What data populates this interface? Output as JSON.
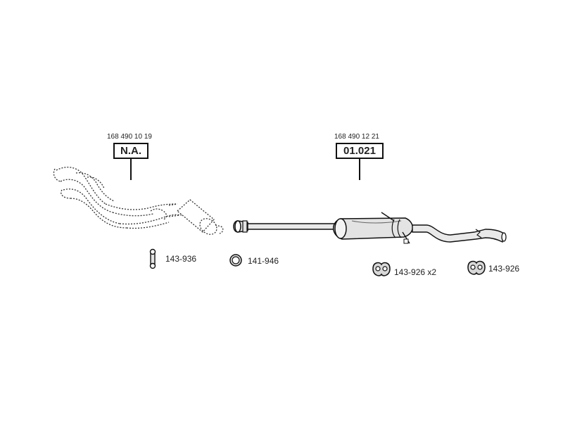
{
  "parts": {
    "manifold": {
      "part_number": "168 490 10 19",
      "code": "N.A."
    },
    "muffler": {
      "part_number": "168 490 12 21",
      "code": "01.021"
    }
  },
  "accessories": [
    {
      "label": "143-936",
      "icon": "bolt-clamp-icon"
    },
    {
      "label": "141-946",
      "icon": "ring-gasket-icon"
    },
    {
      "label": "143-926 x2",
      "icon": "rubber-hanger-icon"
    },
    {
      "label": "143-926",
      "icon": "rubber-hanger-icon"
    }
  ],
  "colors": {
    "line": "#111111",
    "fill": "#e3e3e3",
    "background": "#ffffff"
  }
}
